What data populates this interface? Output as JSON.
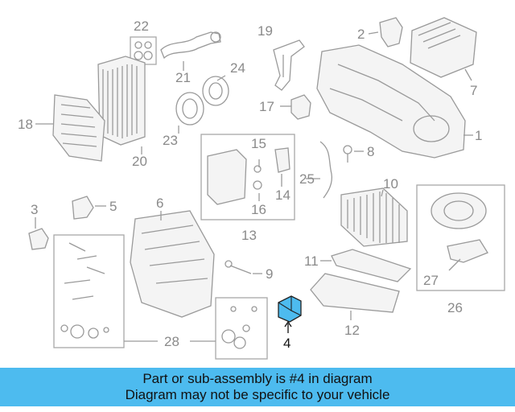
{
  "callouts": {
    "c1": "1",
    "c2": "2",
    "c3": "3",
    "c4": "4",
    "c5": "5",
    "c6": "6",
    "c7": "7",
    "c8": "8",
    "c9": "9",
    "c10": "10",
    "c11": "11",
    "c12": "12",
    "c13": "13",
    "c14": "14",
    "c15": "15",
    "c16": "16",
    "c17": "17",
    "c18": "18",
    "c19": "19",
    "c20": "20",
    "c21": "21",
    "c22": "22",
    "c23": "23",
    "c24": "24",
    "c25": "25",
    "c26": "26",
    "c27": "27",
    "c28": "28"
  },
  "highlight": {
    "part_number": "4",
    "color": "#4dbbef"
  },
  "banner": {
    "line1": "Part or sub-assembly is #4 in diagram",
    "line2": "Diagram may not be specific to your vehicle",
    "color": "#4dbbef"
  }
}
